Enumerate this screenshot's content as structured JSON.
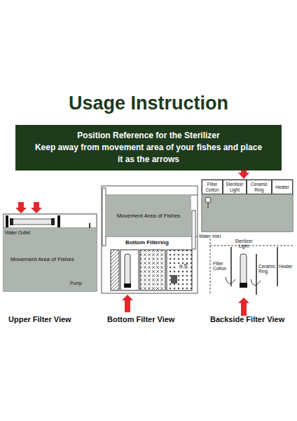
{
  "diagram": {
    "title": "Usage Instruction",
    "nodes": [
      {
        "text": [
          "Position Reference for the Sterilizer",
          "Keep away from movement area of your fishes and place it as the arrows"
        ]
      },
      {
        "text": [
          "Movement Area of Fishes"
        ]
      },
      {
        "text": [
          "Movement Area of Fishes"
        ]
      },
      {
        "text": [
          "Bottom Filtering"
        ]
      },
      {
        "text": [
          "Filter Cotton"
        ]
      },
      {
        "text": [
          "Sterilizer Light"
        ]
      },
      {
        "text": [
          "Ceramic Ring"
        ]
      },
      {
        "text": [
          "Heater"
        ]
      }
    ],
    "labels": [
      "Water Outlet",
      "Pump",
      "水泵",
      "Water Inlet",
      "Filter Cotton",
      "Sterilizer Light",
      "Ceramic Ring",
      "Heater",
      "Upper Filter View",
      "Bottom Filter View",
      "Backside Filter View"
    ]
  }
}
